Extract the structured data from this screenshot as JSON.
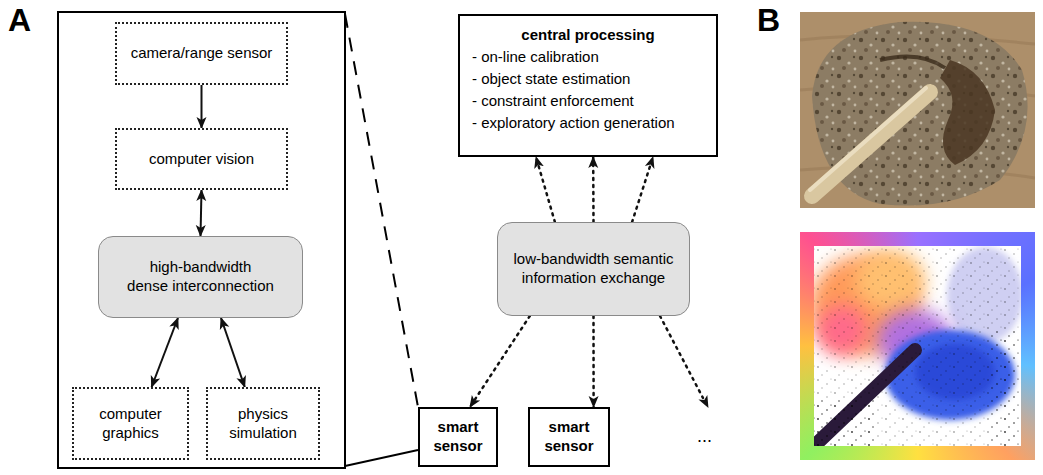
{
  "diagram": {
    "nodes": [
      {
        "text": [
          "camera/range sensor"
        ]
      },
      {
        "text": [
          "computer vision"
        ]
      },
      {
        "text": [
          "high-bandwidth dense interconnection"
        ]
      },
      {
        "text": [
          "computer graphics"
        ]
      },
      {
        "text": [
          "physics simulation"
        ]
      },
      {
        "text": [
          "central processing",
          "- on-line calibration",
          "- object state estimation",
          "- constraint enforcement",
          "- exploratory action generation"
        ]
      },
      {
        "text": [
          "low-bandwidth semantic information exchange"
        ]
      },
      {
        "text": [
          "smart sensor"
        ]
      },
      {
        "text": [
          "smart sensor"
        ]
      }
    ],
    "edges": [
      {
        "from": 0,
        "to": 1,
        "arrow": "to"
      },
      {
        "from": 1,
        "to": 2,
        "arrow": "both"
      },
      {
        "from": 2,
        "to": 3,
        "arrow": "both"
      },
      {
        "from": 2,
        "to": 4,
        "arrow": "both"
      },
      {
        "from": 6,
        "to": 5,
        "arrow": "to"
      },
      {
        "from": 6,
        "to": 5,
        "arrow": "to"
      },
      {
        "from": 6,
        "to": 5,
        "arrow": "to"
      },
      {
        "from": 6,
        "to": 7,
        "arrow": "to"
      },
      {
        "from": 6,
        "to": 8,
        "arrow": "to"
      }
    ],
    "labels": [
      "A",
      "B",
      "..."
    ]
  }
}
